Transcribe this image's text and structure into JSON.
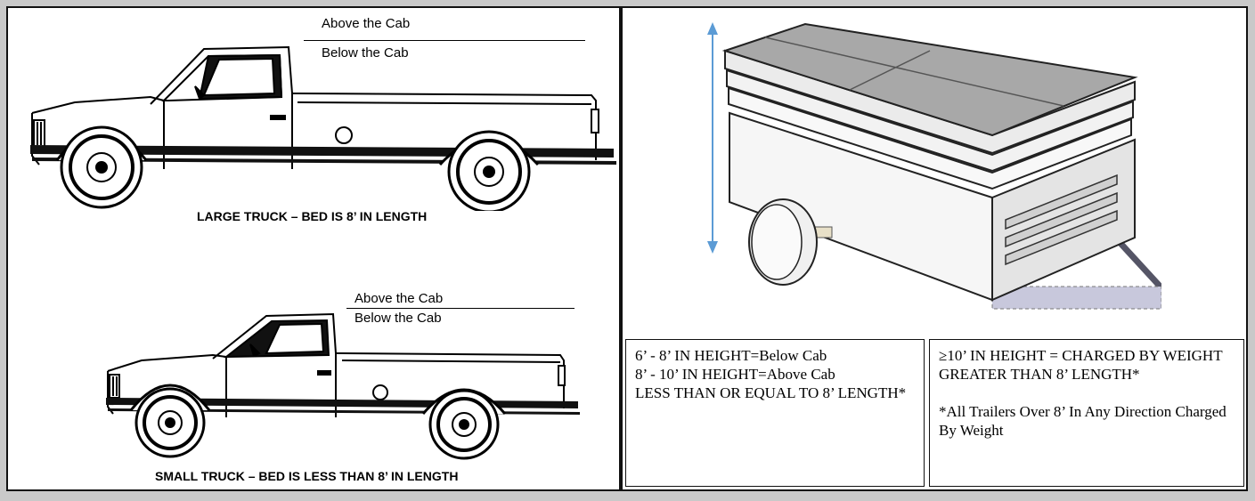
{
  "large_truck": {
    "above_cab": "Above the Cab",
    "below_cab": "Below the Cab",
    "caption": "LARGE TRUCK – BED IS 8’ IN LENGTH"
  },
  "small_truck": {
    "above_cab": "Above the Cab",
    "below_cab": "Below the Cab",
    "caption": "SMALL TRUCK – BED IS LESS THAN 8’ IN LENGTH"
  },
  "trailer_rules": {
    "below_line1": "6’ - 8’ IN HEIGHT=Below Cab",
    "below_line2": "8’ - 10’ IN HEIGHT=Above Cab",
    "below_line3": "LESS THAN OR EQUAL TO 8’ LENGTH*",
    "weight_line1": "≥10’ IN HEIGHT = CHARGED BY WEIGHT",
    "weight_line2": "GREATER THAN 8’ LENGTH*",
    "footnote": "*All Trailers Over 8’ In Any Direction Charged By Weight"
  },
  "colors": {
    "arrow": "#5b9bd5",
    "trailer_frame": "#555566",
    "trailer_top": "#a8a8a8"
  }
}
